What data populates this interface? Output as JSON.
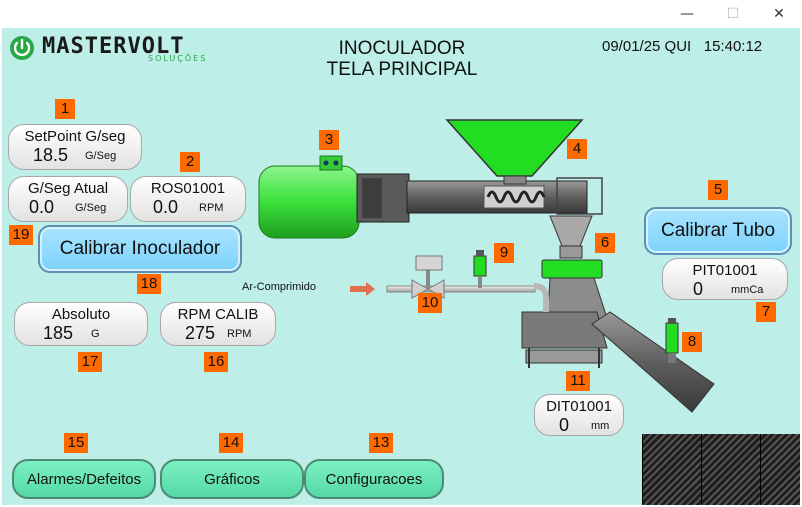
{
  "window": {
    "minimize": "—",
    "maximize": "☐",
    "close": "✕"
  },
  "header": {
    "logo_text": "MASTERVOLT",
    "logo_sub": "SOLUÇÕES",
    "title_line1": "INOCULADOR",
    "title_line2": "TELA PRINCIPAL",
    "date": "09/01/25 QUI",
    "time": "15:40:12"
  },
  "markers": [
    "1",
    "2",
    "3",
    "4",
    "5",
    "6",
    "7",
    "8",
    "9",
    "10",
    "11",
    "13",
    "14",
    "15",
    "16",
    "17",
    "18",
    "19"
  ],
  "setpoint": {
    "label": "SetPoint G/seg",
    "value": "18.5",
    "unit": "G/Seg"
  },
  "gseg_atual": {
    "label": "G/Seg Atual",
    "value": "0.0",
    "unit": "G/Seg"
  },
  "ros": {
    "label": "ROS01001",
    "value": "0.0",
    "unit": "RPM"
  },
  "calibrar_inoculador": "Calibrar Inoculador",
  "absoluto": {
    "label": "Absoluto",
    "value": "185",
    "unit": "G"
  },
  "rpm_calib": {
    "label": "RPM CALIB",
    "value": "275",
    "unit": "RPM"
  },
  "calibrar_tubo": "Calibrar Tubo",
  "pit": {
    "label": "PIT01001",
    "value": "0",
    "unit": "mmCa"
  },
  "dit": {
    "label": "DIT01001",
    "value": "0",
    "unit": "mm"
  },
  "air_label": "Ar-Comprimido",
  "nav": {
    "alarms": "Alarmes/Defeitos",
    "charts": "Gráficos",
    "config": "Configuracoes"
  },
  "colors": {
    "screen_bg": "#bdeee8",
    "marker": "#ff6a00",
    "motor": "#3be03b",
    "hopper": "#22dd22",
    "btn_blue": "#86d6fb",
    "btn_green": "#5fe0b0"
  },
  "icons": {
    "logo": "power-icon"
  }
}
